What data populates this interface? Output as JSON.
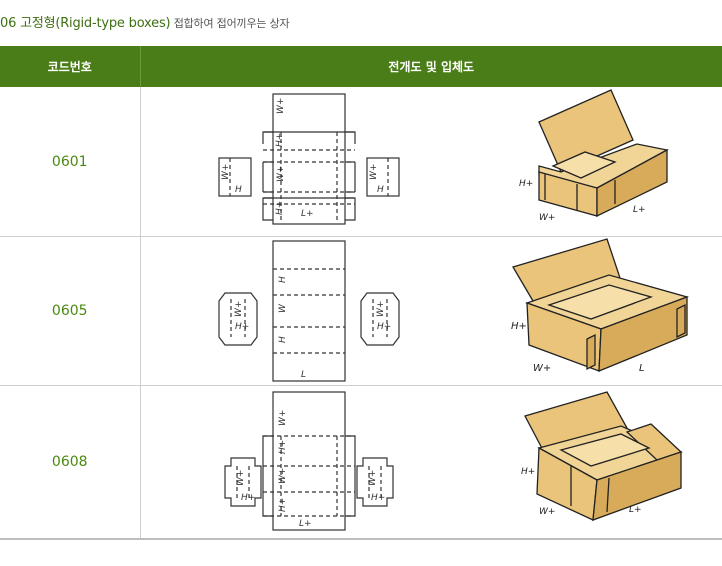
{
  "page": {
    "title_main": "06 고정형(Rigid-type boxes)",
    "title_suffix": " 접합하여 접어끼우는 상자"
  },
  "table": {
    "headers": [
      "코드번호",
      "전개도 및 입체도"
    ],
    "rows": [
      {
        "code": "0601"
      },
      {
        "code": "0605"
      },
      {
        "code": "0608"
      }
    ]
  },
  "diagram_labels": {
    "w": "W+",
    "h": "H+",
    "l": "L+",
    "h_short": "H",
    "w_short": "W",
    "l_short": "L"
  },
  "colors": {
    "header_bg": "#4a7d17",
    "code_text": "#4a8a10",
    "box_fill": "#e9c47a",
    "box_fill_dark": "#d8ab5a"
  }
}
